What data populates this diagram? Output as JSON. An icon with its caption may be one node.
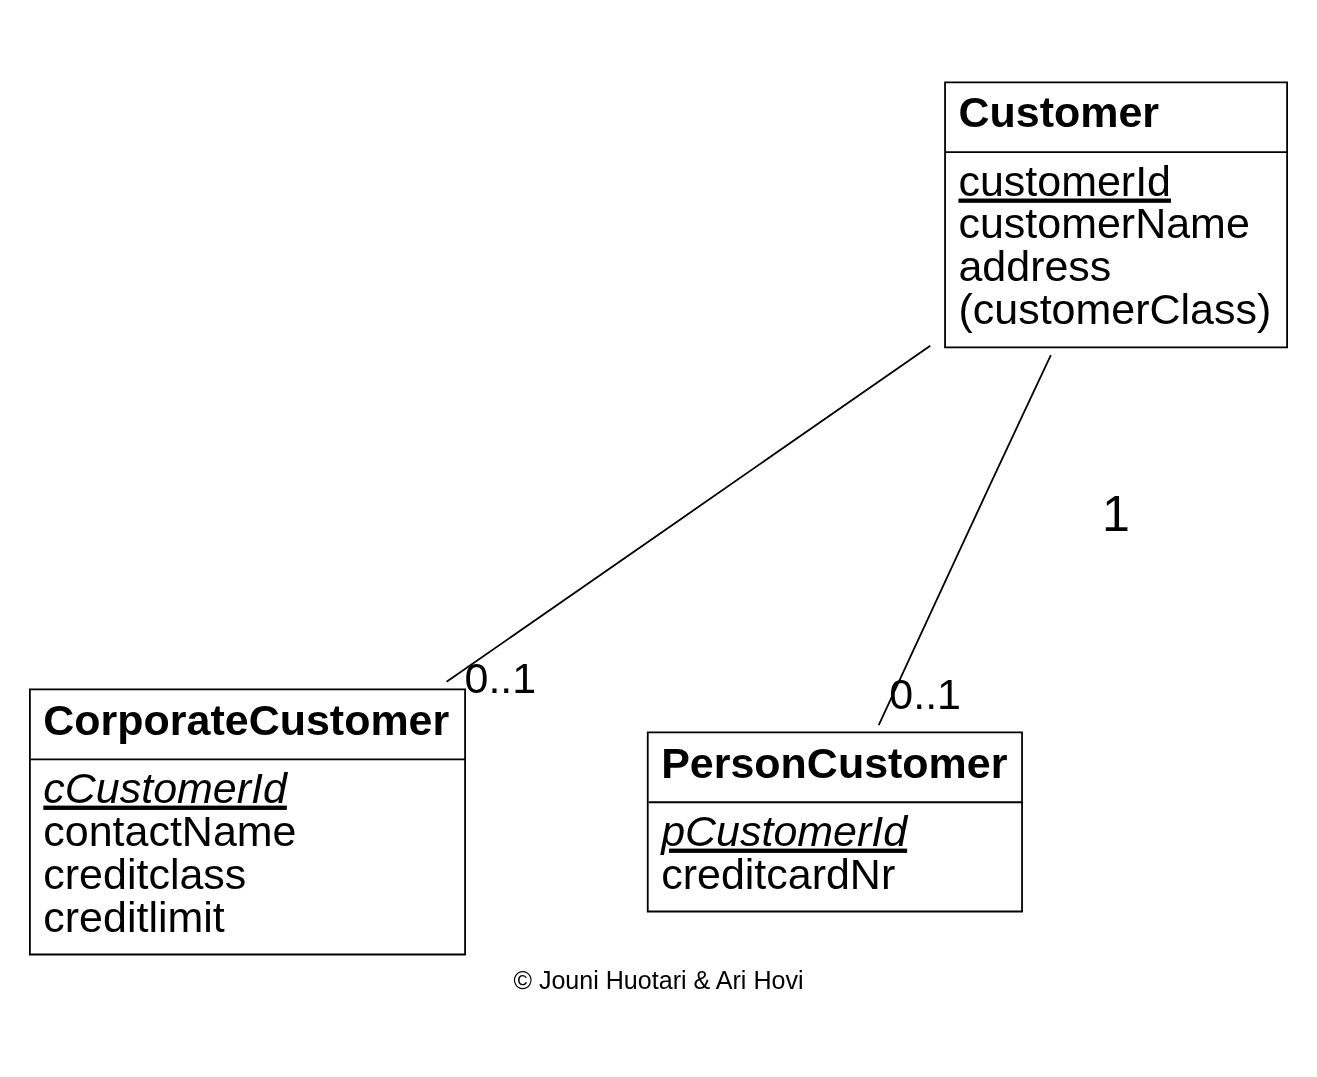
{
  "diagram": {
    "caption": "© Jouni Huotari & Ari Hovi",
    "nodes": [
      {
        "text": [
          "Customer",
          "customerId",
          "customerName",
          "address",
          "(customerClass)"
        ]
      },
      {
        "text": [
          "CorporateCustomer",
          "cCustomerId",
          "contactName",
          "creditclass",
          "creditlimit"
        ]
      },
      {
        "text": [
          "PersonCustomer",
          "pCustomerId",
          "creditcardNr"
        ]
      }
    ],
    "edges": [
      {
        "from": 0,
        "to": 1,
        "arrow": "none",
        "label": "0..1"
      },
      {
        "from": 0,
        "to": 2,
        "arrow": "none",
        "label": "0..1"
      }
    ],
    "labels": [
      "1"
    ]
  }
}
